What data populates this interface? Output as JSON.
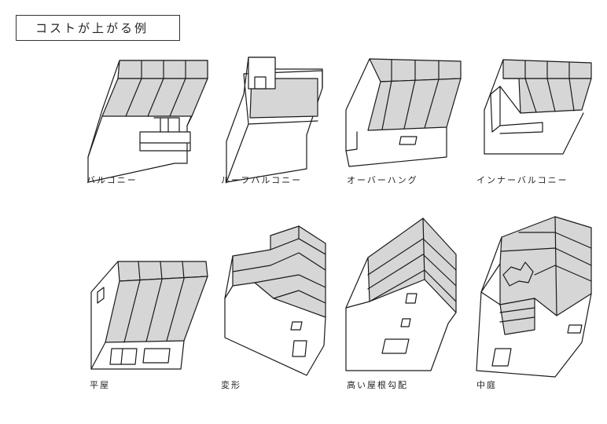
{
  "title": "コストが上がる例",
  "items": [
    {
      "label": "バルコニー"
    },
    {
      "label": "ルーフバルコニー"
    },
    {
      "label": "オーバーハング"
    },
    {
      "label": "インナーバルコニー"
    },
    {
      "label": "平屋"
    },
    {
      "label": "変形"
    },
    {
      "label": "高い屋根勾配"
    },
    {
      "label": "中庭"
    }
  ],
  "colors": {
    "roof_shade": "#d6d6d6",
    "line": "#1a1a1a"
  }
}
